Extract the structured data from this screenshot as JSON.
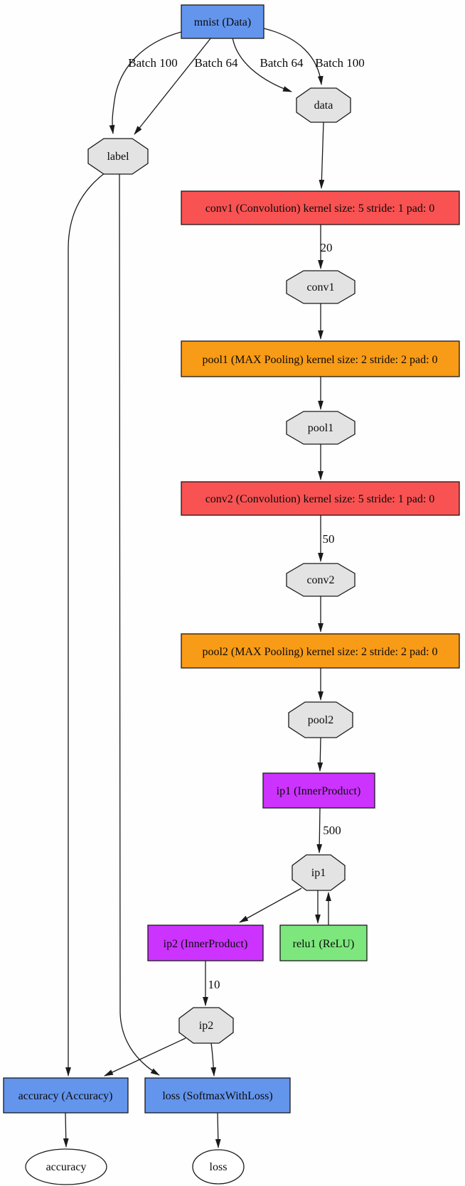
{
  "diagram": {
    "title": "caffe-lenet-mnist-network-graph",
    "colors": {
      "data_layer_blue": "#6495ED",
      "convolution_red": "#F85252",
      "pooling_orange": "#F89B16",
      "inner_product_magenta": "#CC33FF",
      "relu_green": "#7DE77D",
      "blob_gray": "#E3E3E3",
      "terminal_white": "#FFFFFF"
    },
    "nodes": {
      "mnist": {
        "label": "mnist (Data)"
      },
      "data_blob": {
        "label": "data"
      },
      "label_blob": {
        "label": "label"
      },
      "conv1_layer": {
        "label": "conv1 (Convolution) kernel size: 5 stride: 1 pad: 0"
      },
      "conv1_blob": {
        "label": "conv1"
      },
      "pool1_layer": {
        "label": "pool1 (MAX Pooling) kernel size: 2 stride: 2 pad: 0"
      },
      "pool1_blob": {
        "label": "pool1"
      },
      "conv2_layer": {
        "label": "conv2 (Convolution) kernel size: 5 stride: 1 pad: 0"
      },
      "conv2_blob": {
        "label": "conv2"
      },
      "pool2_layer": {
        "label": "pool2 (MAX Pooling) kernel size: 2 stride: 2 pad: 0"
      },
      "pool2_blob": {
        "label": "pool2"
      },
      "ip1_layer": {
        "label": "ip1 (InnerProduct)"
      },
      "ip1_blob": {
        "label": "ip1"
      },
      "ip2_layer": {
        "label": "ip2 (InnerProduct)"
      },
      "relu1_layer": {
        "label": "relu1 (ReLU)"
      },
      "ip2_blob": {
        "label": "ip2"
      },
      "accuracy_layer": {
        "label": "accuracy (Accuracy)"
      },
      "loss_layer": {
        "label": "loss (SoftmaxWithLoss)"
      },
      "accuracy_blob": {
        "label": "accuracy"
      },
      "loss_blob": {
        "label": "loss"
      }
    },
    "edges": [
      {
        "from": "mnist",
        "to": "label",
        "label": "Batch 100"
      },
      {
        "from": "mnist",
        "to": "label",
        "label": "Batch 64"
      },
      {
        "from": "mnist",
        "to": "data",
        "label": "Batch 64"
      },
      {
        "from": "mnist",
        "to": "data",
        "label": "Batch 100"
      },
      {
        "from": "data",
        "to": "conv1_layer",
        "label": ""
      },
      {
        "from": "conv1_layer",
        "to": "conv1",
        "label": "20"
      },
      {
        "from": "conv1",
        "to": "pool1_layer",
        "label": ""
      },
      {
        "from": "pool1_layer",
        "to": "pool1",
        "label": ""
      },
      {
        "from": "pool1",
        "to": "conv2_layer",
        "label": ""
      },
      {
        "from": "conv2_layer",
        "to": "conv2",
        "label": "50"
      },
      {
        "from": "conv2",
        "to": "pool2_layer",
        "label": ""
      },
      {
        "from": "pool2_layer",
        "to": "pool2",
        "label": ""
      },
      {
        "from": "pool2",
        "to": "ip1_layer",
        "label": ""
      },
      {
        "from": "ip1_layer",
        "to": "ip1",
        "label": "500"
      },
      {
        "from": "ip1",
        "to": "ip2_layer",
        "label": ""
      },
      {
        "from": "ip1",
        "to": "relu1_layer",
        "label": ""
      },
      {
        "from": "relu1_layer",
        "to": "ip1",
        "label": ""
      },
      {
        "from": "ip2_layer",
        "to": "ip2",
        "label": "10"
      },
      {
        "from": "ip2",
        "to": "accuracy_layer",
        "label": ""
      },
      {
        "from": "ip2",
        "to": "loss_layer",
        "label": ""
      },
      {
        "from": "label",
        "to": "accuracy_layer",
        "label": ""
      },
      {
        "from": "label",
        "to": "loss_layer",
        "label": ""
      },
      {
        "from": "accuracy_layer",
        "to": "accuracy",
        "label": ""
      },
      {
        "from": "loss_layer",
        "to": "loss",
        "label": ""
      }
    ]
  }
}
